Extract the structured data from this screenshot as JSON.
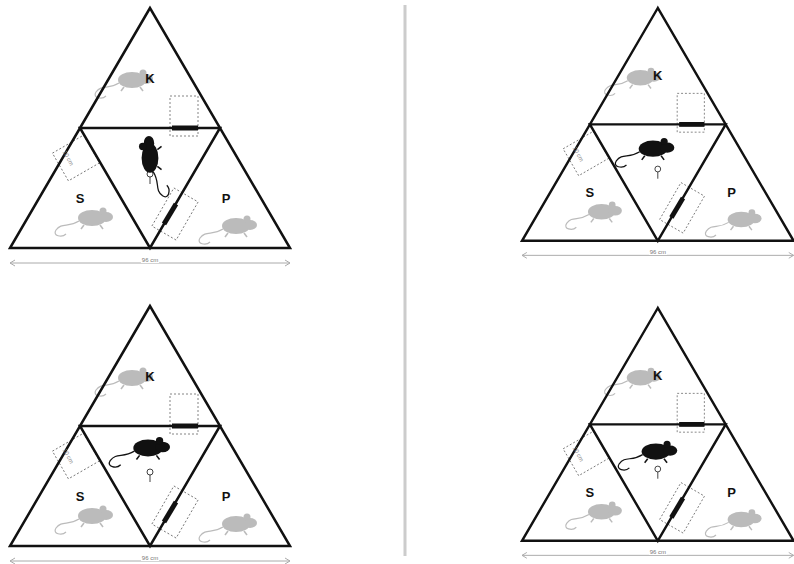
{
  "diagram": {
    "labels": [
      "K",
      "10 cm",
      "S",
      "P",
      "96 cm",
      "K",
      "10 cm",
      "S",
      "P",
      "96 cm",
      "K",
      "10 cm",
      "S",
      "P",
      "96 cm",
      "K",
      "10 cm",
      "S",
      "P",
      "96 cm"
    ]
  }
}
